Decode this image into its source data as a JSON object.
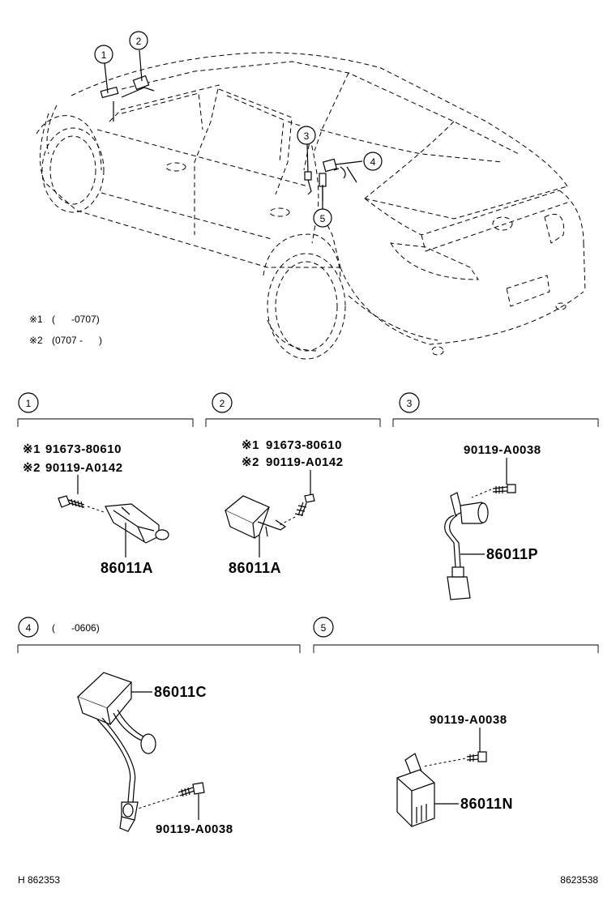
{
  "overview": {
    "callouts": [
      "1",
      "2",
      "3",
      "4",
      "5"
    ],
    "notes": [
      {
        "mark": "※1",
        "range": "(      -0707)"
      },
      {
        "mark": "※2",
        "range": "(0707 -      )"
      }
    ]
  },
  "sections": [
    {
      "number": "1",
      "bolt_labels": [
        {
          "mark": "※1",
          "part_no": "91673-80610"
        },
        {
          "mark": "※2",
          "part_no": "90119-A0142"
        }
      ],
      "main_part": "86011A"
    },
    {
      "number": "2",
      "bolt_labels": [
        {
          "mark": "※1",
          "part_no": "91673-80610"
        },
        {
          "mark": "※2",
          "part_no": "90119-A0142"
        }
      ],
      "main_part": "86011A"
    },
    {
      "number": "3",
      "bolt_part": "90119-A0038",
      "main_part": "86011P"
    },
    {
      "number": "4",
      "range": "(      -0606)",
      "main_part": "86011C",
      "bolt_part": "90119-A0038"
    },
    {
      "number": "5",
      "bolt_part": "90119-A0038",
      "main_part": "86011N"
    }
  ],
  "footer": {
    "left_code": "H 862353",
    "right_code": "8623538"
  }
}
